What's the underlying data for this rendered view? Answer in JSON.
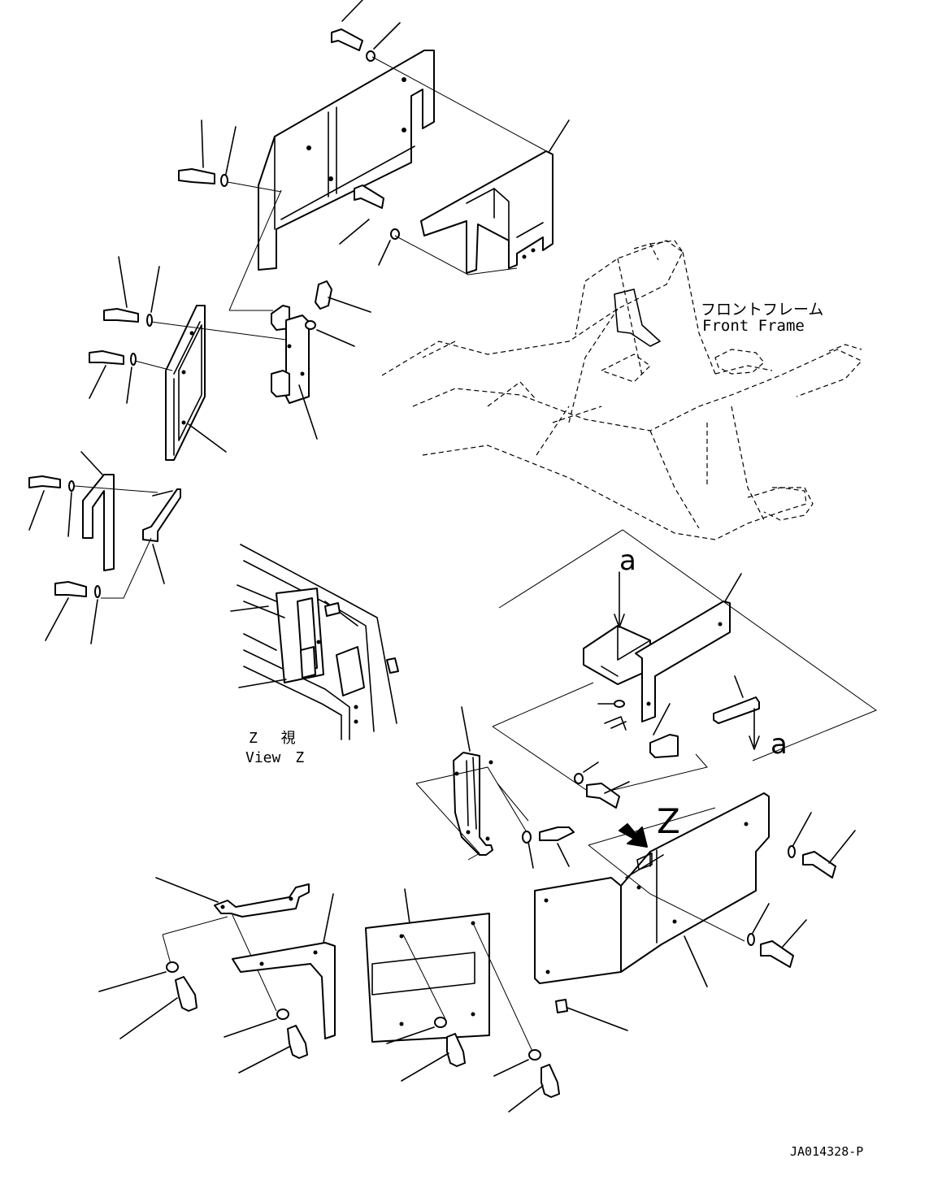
{
  "labels": {
    "frame_jp": "フロントフレーム",
    "frame_en": "Front Frame",
    "marker_a_top": "a",
    "marker_a_right": "a",
    "marker_z": "Z",
    "view_jp": "Z　 視",
    "view_en": "View　Z",
    "drawing_code": "JA014328-P"
  }
}
